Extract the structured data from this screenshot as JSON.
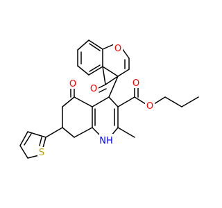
{
  "colors": {
    "bond": "#000000",
    "oxygen": "#ff0000",
    "nitrogen": "#0000ff",
    "sulfur": "#b8a000",
    "background": "#ffffff"
  },
  "atoms": {
    "o_pyran": "O",
    "o_pyranone": "O",
    "o_ketone": "O",
    "o_ester_carbonyl": "O",
    "o_ester_ether": "O",
    "nh": "NH",
    "s_thiophene": "S"
  }
}
